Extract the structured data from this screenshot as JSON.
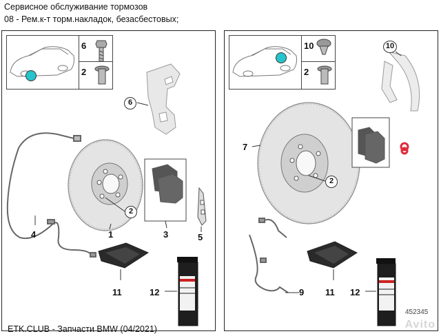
{
  "header": {
    "title": "Сервисное обслуживание тормозов",
    "subtitle": "08 - Рем.к-т торм.накладок, безасбестовых;"
  },
  "left_panel": {
    "inset_numbers": [
      "6",
      "2"
    ],
    "labels": {
      "disc": "1",
      "pads": "3",
      "sensor": "4",
      "clip": "5",
      "paste": "11",
      "spray": "12"
    },
    "bolt_callout": "2",
    "carrier_callout": "6"
  },
  "right_panel": {
    "inset_numbers": [
      "10",
      "2"
    ],
    "labels": {
      "disc": "7",
      "sensor": "9",
      "paste": "11",
      "spray": "12"
    },
    "bolt_callout": "2",
    "shield_callout": "10"
  },
  "footer": {
    "text": "ETK.CLUB - Запчасти BMW (04/2021)"
  },
  "image_number": "452345",
  "watermark": "Avito",
  "colors": {
    "marker": "#26c4cc",
    "seal": "#e0293a"
  }
}
